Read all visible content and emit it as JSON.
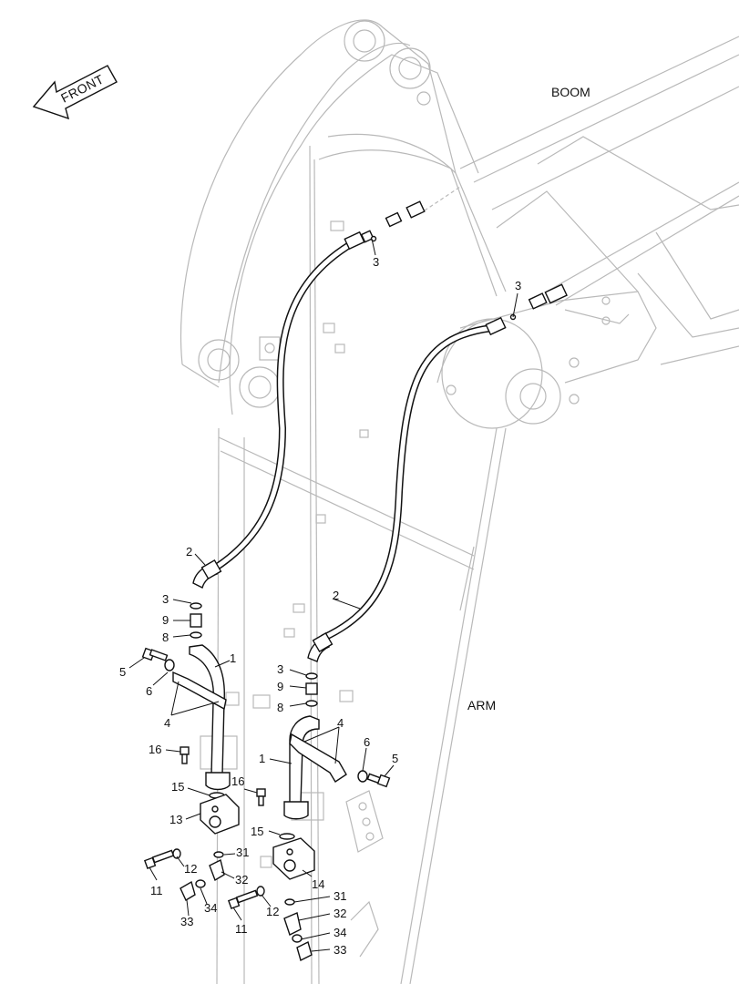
{
  "labels": {
    "front": "FRONT",
    "boom": "BOOM",
    "arm": "ARM"
  },
  "callouts": {
    "c3_top_left": "3",
    "c3_top_right": "3",
    "c2_left": "2",
    "c3_left": "3",
    "c9_left": "9",
    "c8_left": "8",
    "c1_left": "1",
    "c5_left": "5",
    "c6_left": "6",
    "c4_left": "4",
    "c16_left": "16",
    "c15_left": "15",
    "c13": "13",
    "c12_left": "12",
    "c11_left": "11",
    "c31_left": "31",
    "c32_left": "32",
    "c34_left": "34",
    "c33_left": "33",
    "c2_right": "2",
    "c3_right": "3",
    "c9_right": "9",
    "c8_right": "8",
    "c4_right": "4",
    "c6_right": "6",
    "c5_right": "5",
    "c1_right": "1",
    "c16_right": "16",
    "c15_right": "15",
    "c14": "14",
    "c12_right": "12",
    "c11_right": "11",
    "c31_right": "31",
    "c32_right": "32",
    "c34_right": "34",
    "c33_right": "33"
  }
}
